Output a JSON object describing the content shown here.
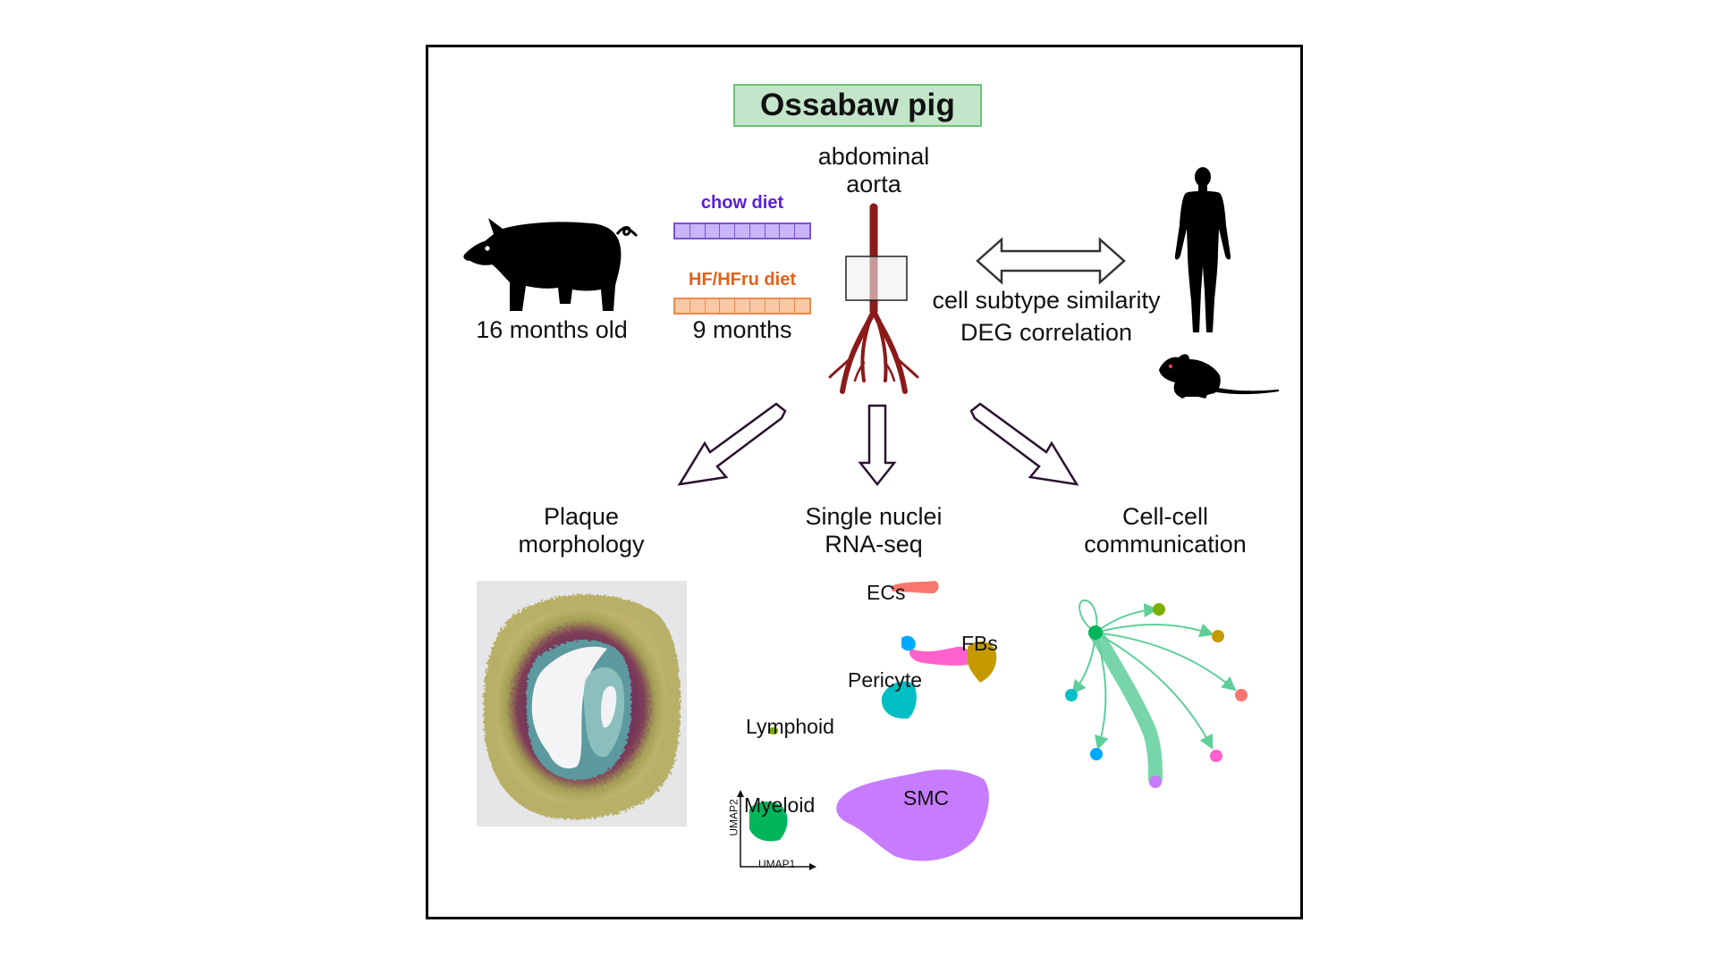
{
  "title": "Ossabaw pig",
  "tissue": {
    "line1": "abdominal",
    "line2": "aorta"
  },
  "subject": {
    "age_label": "16 months old",
    "icon": "pig-silhouette-icon"
  },
  "diets": [
    {
      "label": "chow diet",
      "text_color": "#5a1fd8",
      "fill": "#c9b5f9",
      "border": "#7b52d9",
      "segments": 9
    },
    {
      "label": "HF/HFru diet",
      "text_color": "#e2621b",
      "fill": "#f9c9a6",
      "border": "#ef8a4c",
      "segments": 9
    }
  ],
  "duration_label": "9 months",
  "comparison": {
    "line1": "cell subtype similarity",
    "line2": "DEG correlation",
    "icons": [
      "human-silhouette-icon",
      "mouse-silhouette-icon"
    ]
  },
  "outputs": [
    {
      "line1": "Plaque",
      "line2": "morphology"
    },
    {
      "line1": "Single nuclei",
      "line2": "RNA-seq"
    },
    {
      "line1": "Cell-cell",
      "line2": "communication"
    }
  ],
  "umap": {
    "x_axis": "UMAP1",
    "y_axis": "UMAP2",
    "clusters": [
      {
        "name": "ECs",
        "color": "#f8766d"
      },
      {
        "name": "FBs",
        "color": "#c49a00"
      },
      {
        "name": "Pericyte",
        "color": "#00bfc4"
      },
      {
        "name": "Lymphoid",
        "color": "#7cae00"
      },
      {
        "name": "Myeloid",
        "color": "#00b55b"
      },
      {
        "name": "SMC",
        "color": "#c77cff"
      },
      {
        "name": "",
        "color": "#00a9ff"
      },
      {
        "name": "",
        "color": "#ff61cc"
      }
    ]
  },
  "network": {
    "source_color": "#00b55b",
    "edge_color": "#5fcf9a",
    "targets": [
      "#7cae00",
      "#c49a00",
      "#f8766d",
      "#00bfc4",
      "#00a9ff",
      "#ff61cc",
      "#c77cff"
    ]
  },
  "colors": {
    "aorta": "#8b1a1a",
    "arrow_outline": "#2a1230",
    "title_fill": "#c3e5c9",
    "title_border": "#6cc474"
  }
}
